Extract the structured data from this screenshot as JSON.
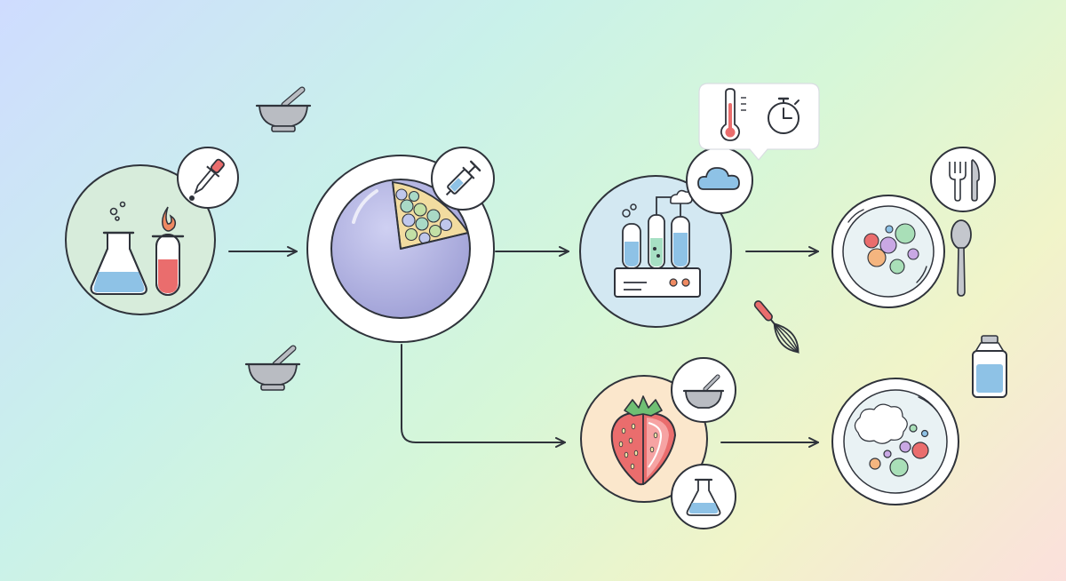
{
  "diagram": {
    "type": "process-flow",
    "nodes": [
      {
        "id": "lab",
        "icon": "flask-and-test-tube-icon",
        "badge": "dropper-icon"
      },
      {
        "id": "sphere",
        "icon": "spherification-sphere-icon",
        "badge": "syringe-icon"
      },
      {
        "id": "machine",
        "icon": "lab-apparatus-icon",
        "badge": "cloud-icon",
        "callout_icons": [
          "thermometer-icon",
          "timer-icon"
        ]
      },
      {
        "id": "plate-top",
        "icon": "plated-dish-icon",
        "badge": "fork-knife-icon",
        "side_icon": "spoon-icon"
      },
      {
        "id": "strawberry",
        "icon": "strawberry-icon",
        "badges": [
          "mortar-pestle-icon",
          "flask-icon"
        ]
      },
      {
        "id": "plate-bottom",
        "icon": "foam-dish-icon",
        "side_icon": "gas-canister-icon"
      }
    ],
    "decorative_icons": [
      "mortar-pestle-icon",
      "mortar-pestle-icon",
      "whisk-icon"
    ],
    "colors": {
      "outline": "#3a3f4a",
      "water": "#8ec2e6",
      "flame": "#ef8a62",
      "red": "#ea6d6d",
      "purple": "#b3b3e0",
      "lab_green": "#d7ecdb",
      "machine_blue": "#d3e8f2",
      "peach": "#fbe7cc"
    }
  }
}
